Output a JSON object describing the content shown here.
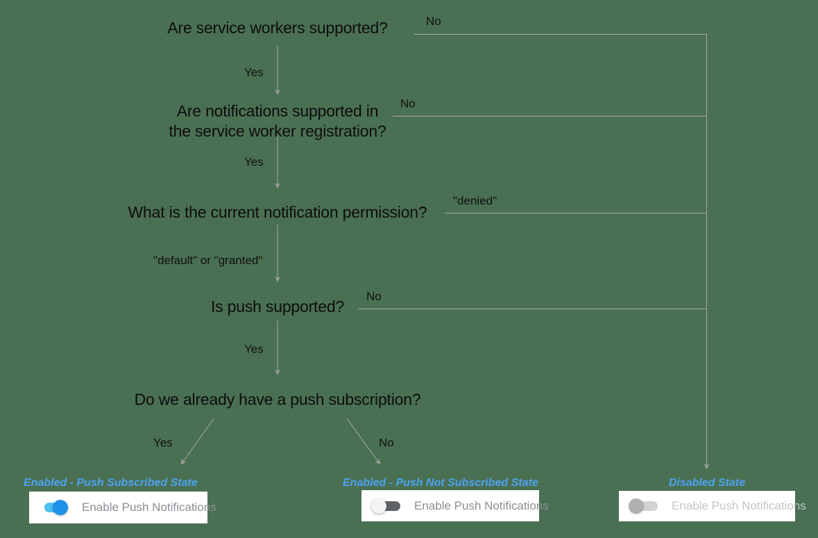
{
  "diagram": {
    "title": "Push notification subscription state decision flow",
    "background_color": "#4a7053",
    "line_color": "#a6aaa6",
    "accent_color": "#4da2f0",
    "nodes": [
      {
        "id": "sw-support",
        "text": "Are service workers supported?"
      },
      {
        "id": "notif-support",
        "text": "Are notifications supported in\nthe service worker registration?"
      },
      {
        "id": "permission",
        "text": "What is the current notification permission?"
      },
      {
        "id": "push-support",
        "text": "Is push supported?"
      },
      {
        "id": "have-subscription",
        "text": "Do we already have a push subscription?"
      }
    ],
    "edges": [
      {
        "id": "sw-yes",
        "label": "Yes"
      },
      {
        "id": "sw-no",
        "label": "No"
      },
      {
        "id": "notif-yes",
        "label": "Yes"
      },
      {
        "id": "notif-no",
        "label": "No"
      },
      {
        "id": "perm-ok",
        "label": "\"default\" or \"granted\""
      },
      {
        "id": "perm-denied",
        "label": "\"denied\""
      },
      {
        "id": "push-yes",
        "label": "Yes"
      },
      {
        "id": "push-no",
        "label": "No"
      },
      {
        "id": "sub-yes",
        "label": "Yes"
      },
      {
        "id": "sub-no",
        "label": "No"
      }
    ],
    "outcomes": [
      {
        "id": "enabled-subscribed",
        "state_label": "Enabled - Push Subscribed State",
        "toggle_state": "on",
        "toggle_label": "Enable Push Notifications"
      },
      {
        "id": "enabled-not-subscribed",
        "state_label": "Enabled - Push Not Subscribed State",
        "toggle_state": "off",
        "toggle_label": "Enable Push Notifications"
      },
      {
        "id": "disabled",
        "state_label": "Disabled State",
        "toggle_state": "disabled",
        "toggle_label": "Enable Push Notifications"
      }
    ]
  }
}
